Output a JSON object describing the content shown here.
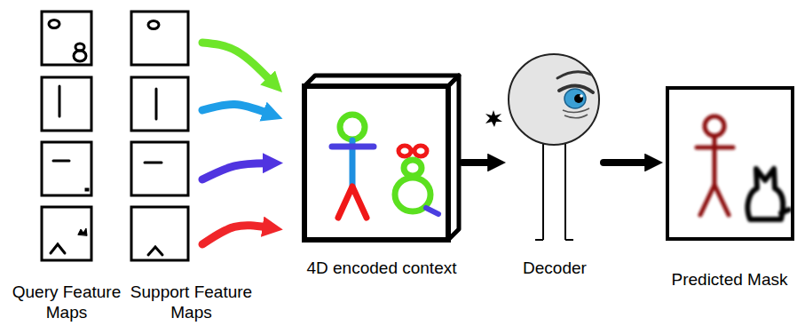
{
  "diagram": {
    "nodes": [
      {
        "text": [
          "Query Feature Maps"
        ]
      },
      {
        "text": [
          "Support Feature Maps"
        ]
      },
      {
        "text": [
          "4D encoded context"
        ]
      },
      {
        "text": [
          "Decoder"
        ]
      },
      {
        "text": [
          "Predicted Mask"
        ]
      }
    ],
    "edges": [
      {
        "from": 1,
        "to": 2,
        "arrow": "to"
      },
      {
        "from": 1,
        "to": 2,
        "arrow": "to"
      },
      {
        "from": 1,
        "to": 2,
        "arrow": "to"
      },
      {
        "from": 1,
        "to": 2,
        "arrow": "to"
      },
      {
        "from": 2,
        "to": 3,
        "arrow": "to"
      },
      {
        "from": 3,
        "to": 4,
        "arrow": "to"
      }
    ]
  }
}
